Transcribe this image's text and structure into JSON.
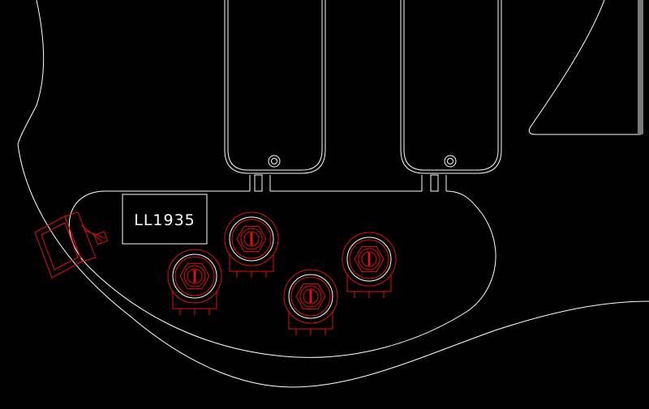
{
  "drawing": {
    "label_text": "LL1935",
    "background_color": "#000000",
    "line_color": "#ffffff",
    "component_color": "#e01010"
  },
  "potentiometers": [
    {
      "name": "pot-1"
    },
    {
      "name": "pot-2"
    },
    {
      "name": "pot-3"
    },
    {
      "name": "pot-4"
    }
  ]
}
